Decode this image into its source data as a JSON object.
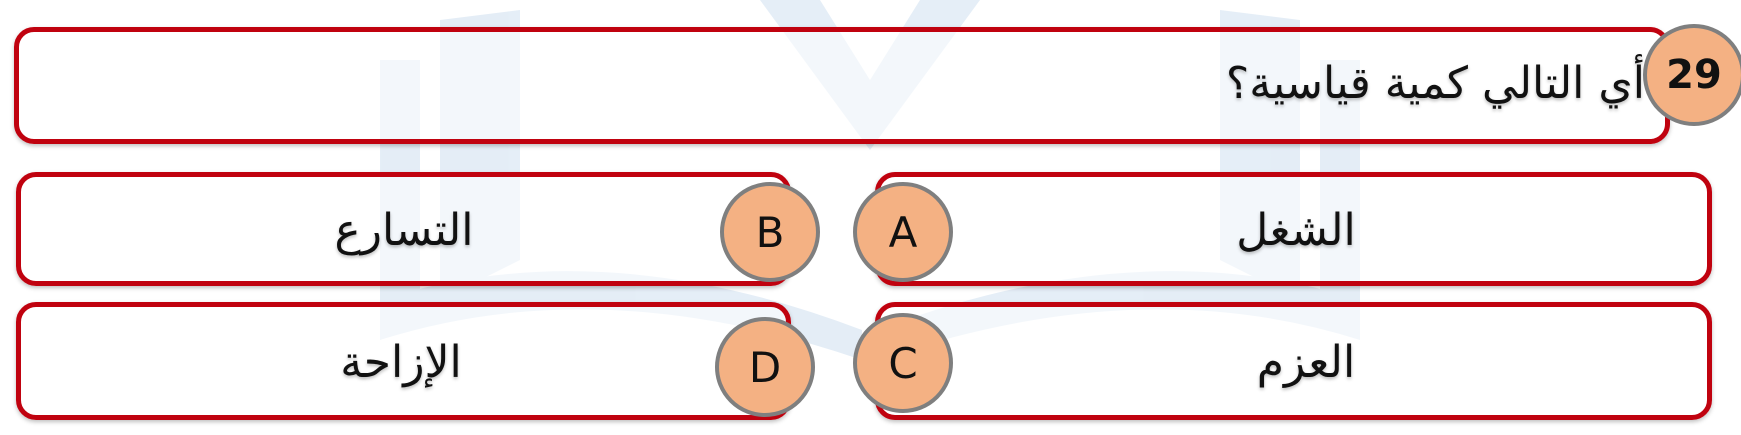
{
  "question": {
    "number": "29",
    "text": "أي التالي كمية قياسية؟"
  },
  "options": {
    "A": {
      "letter": "A",
      "text": "الشغل"
    },
    "B": {
      "letter": "B",
      "text": "التسارع"
    },
    "C": {
      "letter": "C",
      "text": "العزم"
    },
    "D": {
      "letter": "D",
      "text": "الإزاحة"
    }
  },
  "colors": {
    "border": "#c0020f",
    "circle_fill": "#f4b183",
    "circle_border": "#7f7f7f",
    "watermark": "#dde8f3"
  },
  "icons": {
    "watermark": "book-logo-watermark"
  }
}
